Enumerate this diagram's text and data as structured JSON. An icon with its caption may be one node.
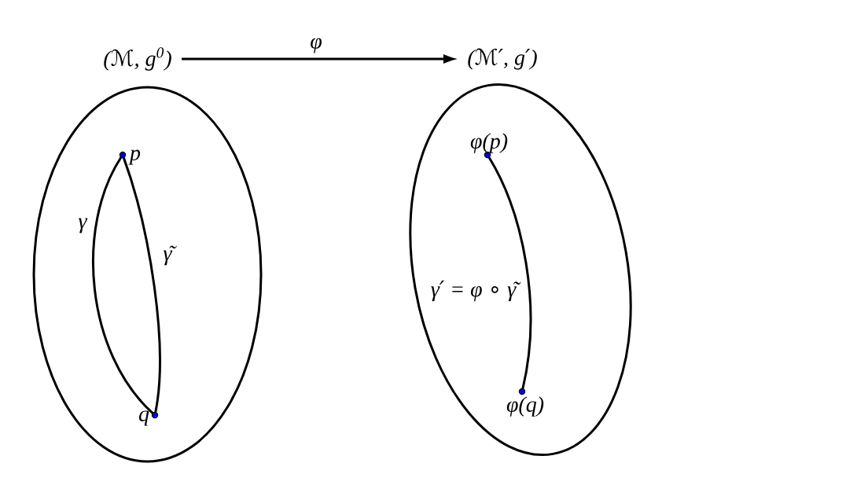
{
  "diagram": {
    "nodes": [
      {
        "text": [
          "(ℳ, g$^{0}$)"
        ]
      },
      {
        "text": [
          "(ℳ′, g′)"
        ]
      },
      {
        "text": [],
        "shape": "ellipse"
      },
      {
        "text": [],
        "shape": "dot",
        "beside": [
          "p"
        ],
        "in": 2
      },
      {
        "text": [],
        "shape": "dot",
        "beside": [
          "q"
        ],
        "in": 2
      },
      {
        "text": [],
        "shape": "ellipse"
      },
      {
        "text": [],
        "shape": "dot",
        "beside": [
          "φ(p)"
        ],
        "in": 5
      },
      {
        "text": [],
        "shape": "dot",
        "beside": [
          "φ(q)"
        ],
        "in": 5
      }
    ],
    "edges": [
      {
        "from": 0,
        "to": 1,
        "arrow": "to",
        "label": "φ"
      },
      {
        "from": 3,
        "to": 4,
        "arrow": "none",
        "label": "γ"
      },
      {
        "from": 3,
        "to": 4,
        "arrow": "none",
        "label": "γ̃"
      },
      {
        "from": 6,
        "to": 7,
        "arrow": "none",
        "label": "γ′ = φ ∘ γ̃"
      }
    ]
  }
}
